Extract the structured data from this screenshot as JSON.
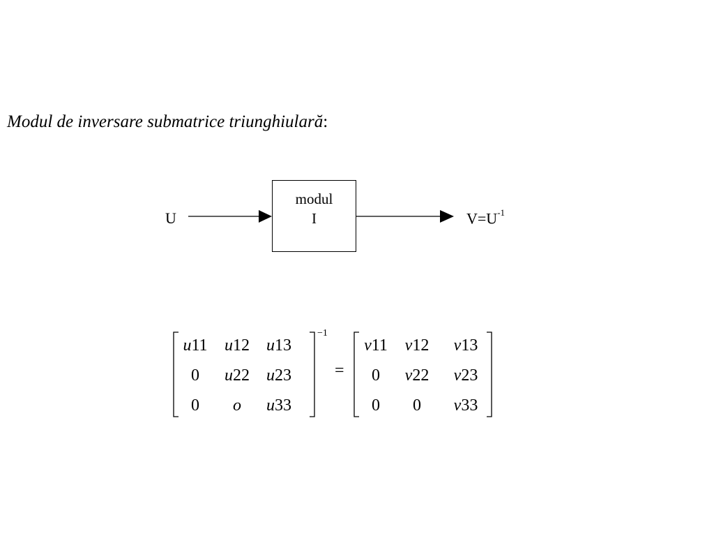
{
  "heading": {
    "italic": "Modul de inversare submatrice triunghiulară",
    "suffix": ":"
  },
  "diagram": {
    "input": "U",
    "box_line1": "modul",
    "box_line2": "I",
    "output_base": "V=U",
    "output_exp": "-1"
  },
  "equation": {
    "left_matrix": [
      [
        {
          "var": "u",
          "idx": "11"
        },
        {
          "var": "u",
          "idx": "12"
        },
        {
          "var": "u",
          "idx": "13"
        }
      ],
      [
        {
          "var": "",
          "idx": "0"
        },
        {
          "var": "u",
          "idx": "22"
        },
        {
          "var": "u",
          "idx": "23"
        }
      ],
      [
        {
          "var": "",
          "idx": "0"
        },
        {
          "var": "o",
          "idx": ""
        },
        {
          "var": "u",
          "idx": "33"
        }
      ]
    ],
    "exponent": "−1",
    "equals": "=",
    "right_matrix": [
      [
        {
          "var": "v",
          "idx": "11"
        },
        {
          "var": "v",
          "idx": "12"
        },
        {
          "var": "v",
          "idx": "13"
        }
      ],
      [
        {
          "var": "",
          "idx": "0"
        },
        {
          "var": "v",
          "idx": "22"
        },
        {
          "var": "v",
          "idx": "23"
        }
      ],
      [
        {
          "var": "",
          "idx": "0"
        },
        {
          "var": "",
          "idx": "0"
        },
        {
          "var": "v",
          "idx": "33"
        }
      ]
    ]
  }
}
